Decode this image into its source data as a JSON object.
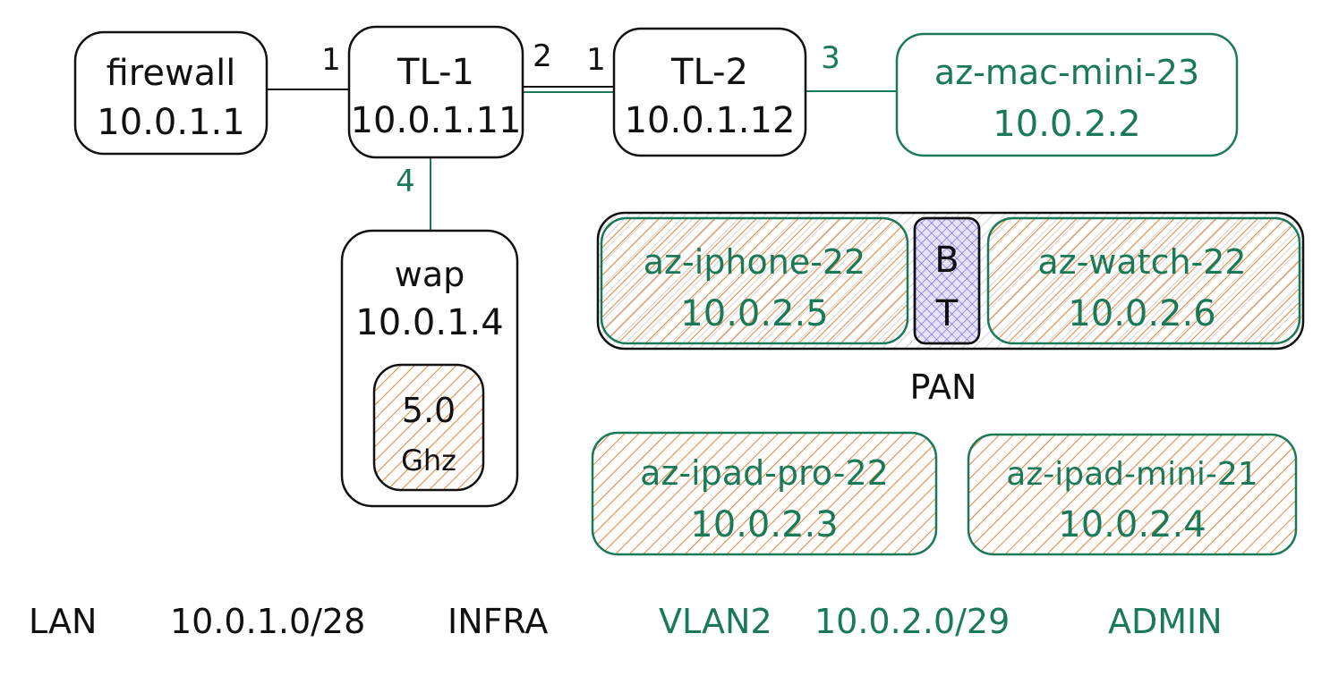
{
  "colors": {
    "black": "#111111",
    "green": "#1a7a57",
    "hatch_orange": "#e8833a",
    "hatch_gray": "#c8c8c8",
    "bt_purple": "#6a5ae0"
  },
  "nodes": {
    "firewall": {
      "name": "firewall",
      "ip": "10.0.1.1"
    },
    "tl1": {
      "name": "TL-1",
      "ip": "10.0.1.11"
    },
    "tl2": {
      "name": "TL-2",
      "ip": "10.0.1.12"
    },
    "mac_mini": {
      "name": "az-mac-mini-23",
      "ip": "10.0.2.2"
    },
    "wap": {
      "name": "wap",
      "ip": "10.0.1.4",
      "band_line1": "5.0",
      "band_line2": "Ghz"
    },
    "iphone": {
      "name": "az-iphone-22",
      "ip": "10.0.2.5"
    },
    "watch": {
      "name": "az-watch-22",
      "ip": "10.0.2.6"
    },
    "ipad_pro": {
      "name": "az-ipad-pro-22",
      "ip": "10.0.2.3"
    },
    "ipad_mini": {
      "name": "az-ipad-mini-21",
      "ip": "10.0.2.4"
    }
  },
  "bt": {
    "line1": "B",
    "line2": "T"
  },
  "pan_label": "PAN",
  "ports": {
    "fw_tl1": "1",
    "tl1_tl2": "2",
    "tl2_from_tl1": "1",
    "tl2_mac": "3",
    "tl1_wap": "4"
  },
  "legend": {
    "lan": "LAN",
    "lan_subnet": "10.0.1.0/28",
    "lan_name": "INFRA",
    "vlan": "VLAN2",
    "vlan_subnet": "10.0.2.0/29",
    "vlan_name": "ADMIN"
  }
}
